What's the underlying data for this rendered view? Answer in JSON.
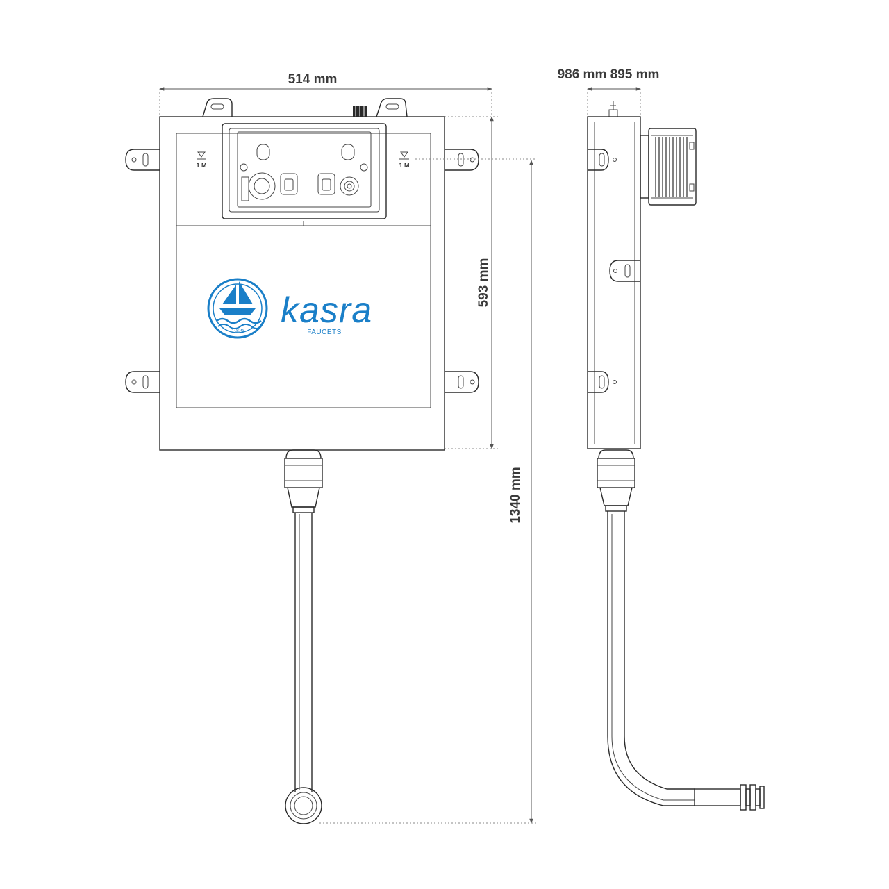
{
  "dimensions": {
    "front_width": "514 mm",
    "tank_height": "593 mm",
    "total_height": "1340 mm",
    "side_depth": "986 mm 895 mm"
  },
  "marks": {
    "level_left": "1 M",
    "level_right": "1 M"
  },
  "logo": {
    "brand": "kasra",
    "tagline": "FAUCETS",
    "year": "1999"
  },
  "colors": {
    "brand_blue": "#1a7fc8",
    "line": "#2a2a2a"
  }
}
